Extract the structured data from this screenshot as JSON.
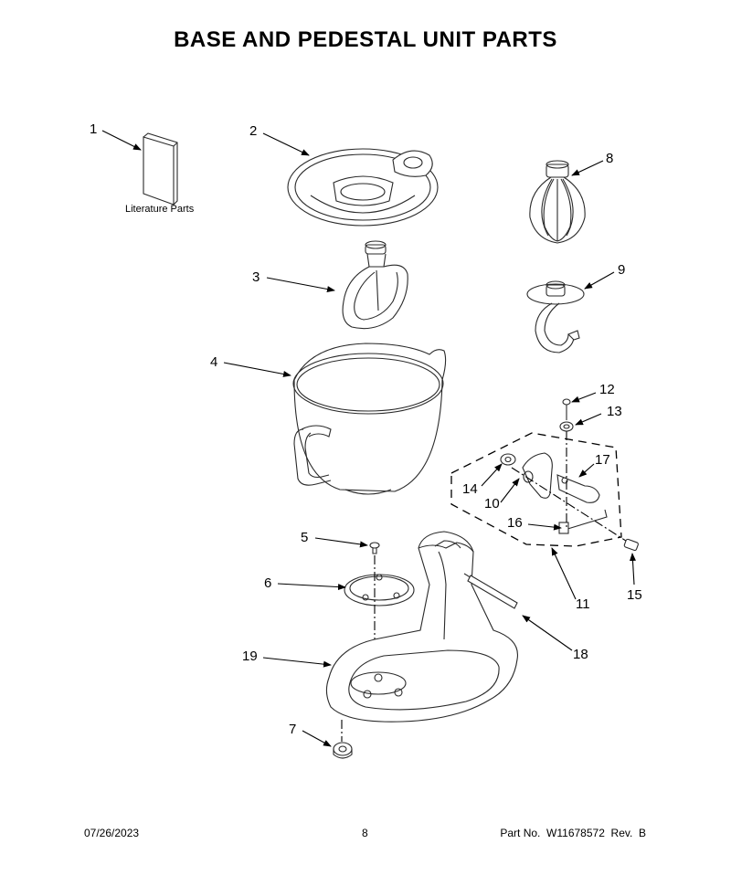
{
  "title": "BASE AND PEDESTAL UNIT PARTS",
  "literature_label": "Literature Parts",
  "callouts": [
    "1",
    "2",
    "3",
    "4",
    "5",
    "6",
    "7",
    "8",
    "9",
    "10",
    "11",
    "12",
    "13",
    "14",
    "15",
    "16",
    "17",
    "18",
    "19"
  ],
  "footer": {
    "date": "07/26/2023",
    "page": "8",
    "part_no": "Part No.  W11678572  Rev.  B"
  }
}
